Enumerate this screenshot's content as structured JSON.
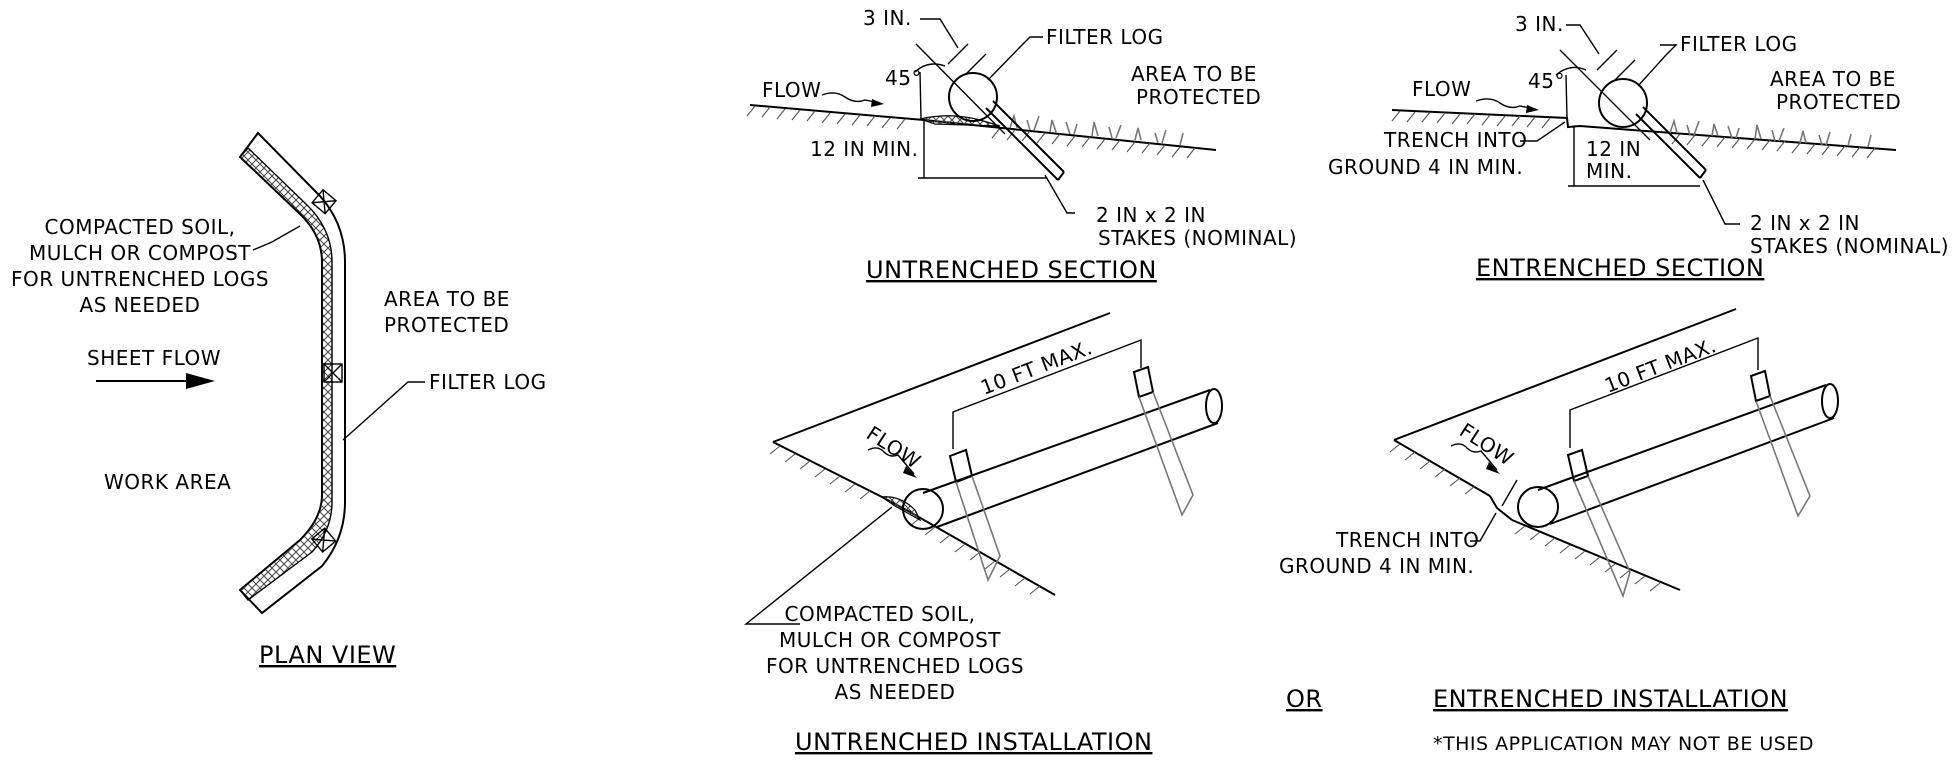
{
  "plan_view": {
    "title": "PLAN VIEW",
    "label_compacted_1": "COMPACTED SOIL,",
    "label_compacted_2": "MULCH OR COMPOST",
    "label_compacted_3": "FOR UNTRENCHED LOGS",
    "label_compacted_4": "AS NEEDED",
    "label_area_1": "AREA TO BE",
    "label_area_2": "PROTECTED",
    "label_sheet_flow": "SHEET FLOW",
    "label_filter_log": "FILTER LOG",
    "label_work_area": "WORK AREA"
  },
  "untrenched_section": {
    "title": "UNTRENCHED SECTION",
    "label_3in": "3 IN.",
    "label_filter_log": "FILTER LOG",
    "label_flow": "FLOW",
    "label_angle": "45°",
    "label_area_1": "AREA TO BE",
    "label_area_2": "PROTECTED",
    "label_12in": "12 IN MIN.",
    "label_stakes_1": "2 IN x 2 IN",
    "label_stakes_2": "STAKES (NOMINAL)"
  },
  "entrenched_section": {
    "title": "ENTRENCHED SECTION",
    "label_3in": "3 IN.",
    "label_filter_log": "FILTER LOG",
    "label_flow": "FLOW",
    "label_angle": "45°",
    "label_area_1": "AREA TO BE",
    "label_area_2": "PROTECTED",
    "label_trench_1": "TRENCH INTO",
    "label_trench_2": "GROUND 4 IN MIN.",
    "label_12in_1": "12 IN",
    "label_12in_2": "MIN.",
    "label_stakes_1": "2 IN x 2 IN",
    "label_stakes_2": "STAKES (NOMINAL)"
  },
  "untrenched_installation": {
    "title": "UNTRENCHED INSTALLATION",
    "label_spacing": "10 FT MAX.",
    "label_flow": "FLOW",
    "label_compacted_1": "COMPACTED SOIL,",
    "label_compacted_2": "MULCH OR COMPOST",
    "label_compacted_3": "FOR UNTRENCHED LOGS",
    "label_compacted_4": "AS NEEDED"
  },
  "entrenched_installation": {
    "title": "ENTRENCHED INSTALLATION",
    "label_spacing": "10 FT MAX.",
    "label_flow": "FLOW",
    "label_trench_1": "TRENCH INTO",
    "label_trench_2": "GROUND 4 IN MIN.",
    "label_or": "OR",
    "note": "*THIS APPLICATION MAY NOT BE USED"
  }
}
